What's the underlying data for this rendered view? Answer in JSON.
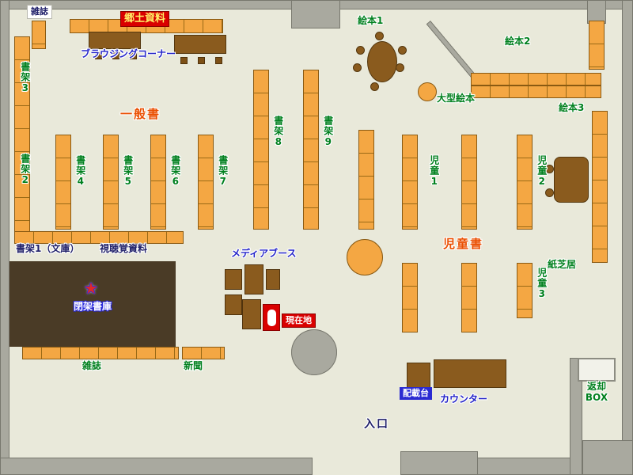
{
  "labels": {
    "magazines_top": "雑誌",
    "local_materials": "郷土資料",
    "browsing_corner": "ブラウジングコーナー",
    "general_books": "一般書",
    "shelf2": "書架2",
    "shelf3": "書架3",
    "shelf4": "書架4",
    "shelf5": "書架5",
    "shelf6": "書架6",
    "shelf7": "書架7",
    "shelf8": "書架8",
    "shelf9": "書架9",
    "picture_books1": "絵本1",
    "picture_books2": "絵本2",
    "picture_books3": "絵本3",
    "large_picture_books": "大型絵本",
    "children1": "児童1",
    "children2": "児童2",
    "children3": "児童3",
    "childrens_books": "児童書",
    "kamishibai": "紙芝居",
    "shelf1_bunko": "書架1（文庫）",
    "audiovisual": "視聴覚資料",
    "media_booth": "メディアブース",
    "closed_stacks": "閉架書庫",
    "current_location": "現在地",
    "magazines_bottom": "雑誌",
    "newspapers": "新聞",
    "delivery_stand": "配載台",
    "counter": "カウンター",
    "return_box_l1": "返却",
    "return_box_l2": "BOX",
    "entrance": "入口"
  },
  "markers": {
    "closed_stacks_star": "★"
  },
  "colors": {
    "background": "#e9e9da",
    "wall": "#a9a99f",
    "shelf": "#f4a743",
    "table": "#8a5b1e",
    "closed_stacks_bg": "#4a3b26",
    "label_green": "#00801e",
    "label_blue": "#2424c8",
    "label_navy": "#20206a",
    "label_red_orange": "#ea4e00",
    "marker_red": "#d90000"
  }
}
